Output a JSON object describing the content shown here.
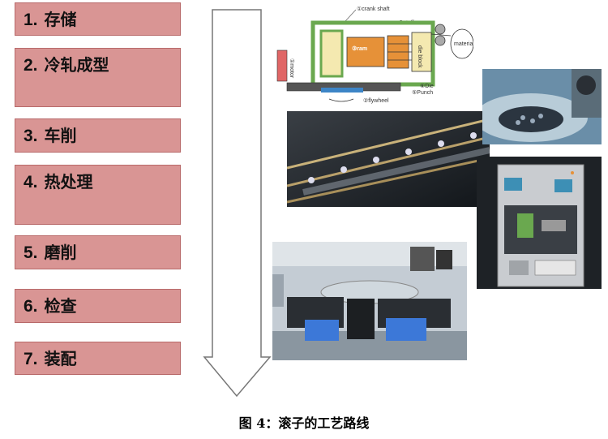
{
  "steps": [
    {
      "num": "1.",
      "label": "存储"
    },
    {
      "num": "2.",
      "label": "冷轧成型"
    },
    {
      "num": "3.",
      "label": "车削"
    },
    {
      "num": "4.",
      "label": "热处理"
    },
    {
      "num": "5.",
      "label": "磨削"
    },
    {
      "num": "6.",
      "label": "检查"
    },
    {
      "num": "7.",
      "label": "装配"
    }
  ],
  "schematic": {
    "crank_shaft": "①crank shaft",
    "cutoff": "Cutoff",
    "ram": "③ram",
    "die_block": "die block",
    "material": "material",
    "die": "⑥Die",
    "punch": "⑤Punch",
    "motor": "①motor",
    "flywheel": "②flywheel"
  },
  "caption": "图 4：滚子的工艺路线",
  "colors": {
    "step_fill": "#d99594",
    "step_border": "#b86a6a",
    "schematic_frame": "#6aa84f",
    "ram_fill": "#e69138"
  }
}
